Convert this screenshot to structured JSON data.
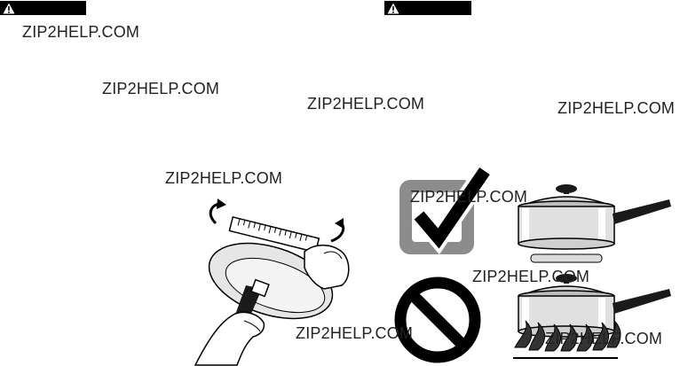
{
  "watermarks": [
    "ZIP2HELP.COM",
    "ZIP2HELP.COM",
    "ZIP2HELP.COM",
    "ZIP2HELP.COM",
    "ZIP2HELP.COM",
    "ZIP2HELP.COM",
    "ZIP2HELP.COM",
    "ZIP2HELP.COM",
    "ZIP2HELP.COM"
  ],
  "icons": {
    "warning_left": "warning-triangle-icon",
    "warning_right": "warning-triangle-icon",
    "check": "checkmark-icon",
    "prohibited": "prohibited-icon"
  },
  "colors": {
    "bar": "#000000",
    "check_box": "#8c8c8c",
    "lid": "#d9d9d9",
    "handle": "#1a1a1a"
  }
}
